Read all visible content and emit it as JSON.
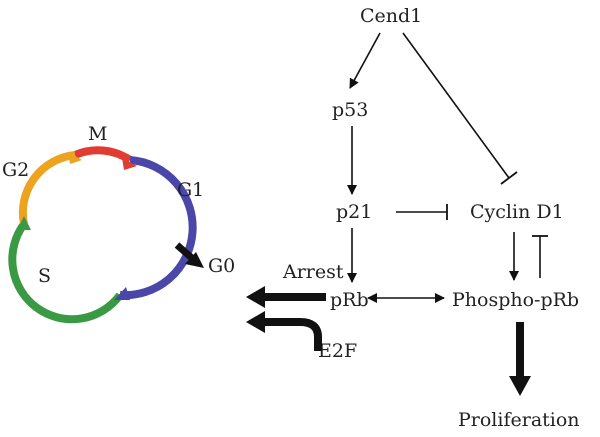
{
  "colors": {
    "stroke": "#111111",
    "text": "#222222",
    "phase_m": "#e03c31",
    "phase_g1": "#4a47a8",
    "phase_s": "#3a9a44",
    "phase_g2": "#eea320"
  },
  "cycle": {
    "phases": {
      "m": "M",
      "g1": "G1",
      "s": "S",
      "g2": "G2"
    },
    "g0": "G0"
  },
  "nodes": {
    "cend1": "Cend1",
    "p53": "p53",
    "p21": "p21",
    "cyclin_d1": "Cyclin D1",
    "prb": "pRb",
    "phospho_prb": "Phospho-pRb",
    "e2f": "E2F",
    "arrest": "Arrest",
    "proliferation": "Proliferation"
  },
  "edges": [
    {
      "from": "Cend1",
      "to": "p53",
      "type": "activates"
    },
    {
      "from": "Cend1",
      "to": "Cyclin D1",
      "type": "inhibits"
    },
    {
      "from": "p53",
      "to": "p21",
      "type": "activates"
    },
    {
      "from": "p21",
      "to": "Cyclin D1",
      "type": "inhibits"
    },
    {
      "from": "p21",
      "to": "pRb",
      "type": "activates"
    },
    {
      "from": "Cyclin D1",
      "to": "Phospho-pRb",
      "type": "activates"
    },
    {
      "from": "Phospho-pRb",
      "to": "Cyclin D1",
      "type": "inhibits"
    },
    {
      "from": "pRb",
      "to": "Phospho-pRb",
      "type": "bidirectional"
    },
    {
      "from": "pRb",
      "to": "Arrest",
      "type": "activates"
    },
    {
      "from": "E2F",
      "to": "Arrest",
      "type": "activates"
    },
    {
      "from": "Phospho-pRb",
      "to": "Proliferation",
      "type": "activates"
    },
    {
      "from": "G1",
      "to": "G0",
      "type": "activates"
    }
  ]
}
